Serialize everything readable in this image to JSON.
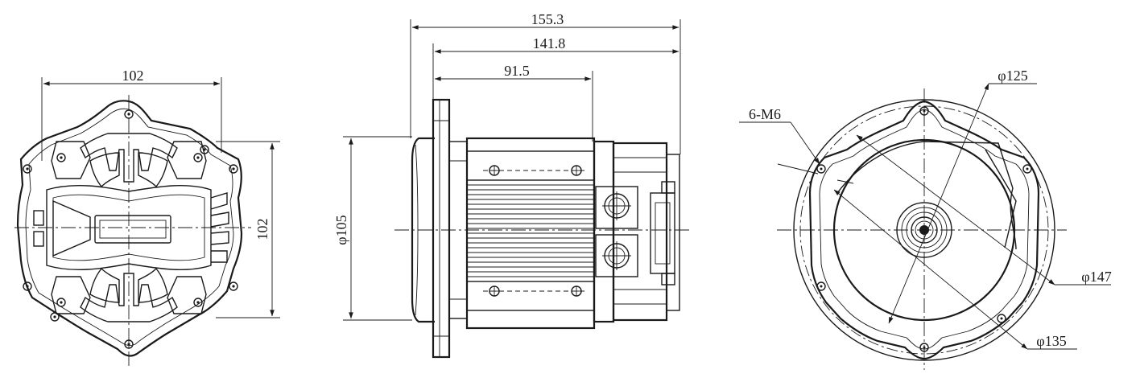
{
  "front_view": {
    "width_dim": "102",
    "height_dim": "102"
  },
  "side_view": {
    "overall_length_dim": "155.3",
    "body_length_dim": "141.8",
    "housing_length_dim": "91.5",
    "pilot_diameter_dim": "105"
  },
  "rear_view": {
    "pcd_dim": "125",
    "flange_dim": "147",
    "bolt_circle_dim": "135",
    "thread_callout": "6-M6"
  },
  "symbols": {
    "diameter": "φ"
  }
}
